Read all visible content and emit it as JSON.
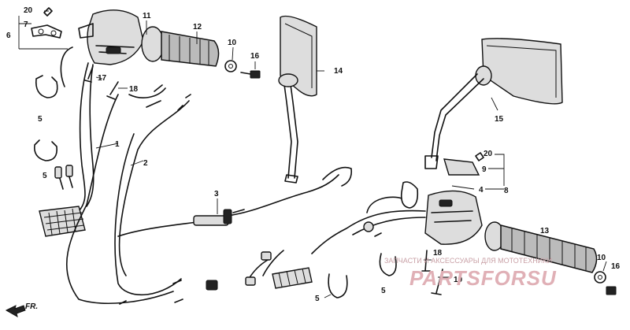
{
  "parts": {
    "p1": "1",
    "p2": "2",
    "p3": "3",
    "p4a": "4",
    "p5a": "5",
    "p5b": "5",
    "p5c": "5",
    "p5d": "5",
    "p6": "6",
    "p7": "7",
    "p8": "8",
    "p9": "9",
    "p10a": "10",
    "p10b": "10",
    "p11": "11",
    "p12": "12",
    "p13": "13",
    "p14": "14",
    "p15": "15",
    "p16a": "16",
    "p16b": "16",
    "p17": "17",
    "p18a": "18",
    "p18b": "18",
    "p19": "19",
    "p20a": "20",
    "p20b": "20"
  },
  "direction": {
    "label": "FR."
  },
  "watermark": {
    "text": "ЗАПЧАСТИ И АКСЕССУАРЫ ДЛЯ МОТОТЕХНИКИ",
    "logo": "PARTSFORSU"
  }
}
